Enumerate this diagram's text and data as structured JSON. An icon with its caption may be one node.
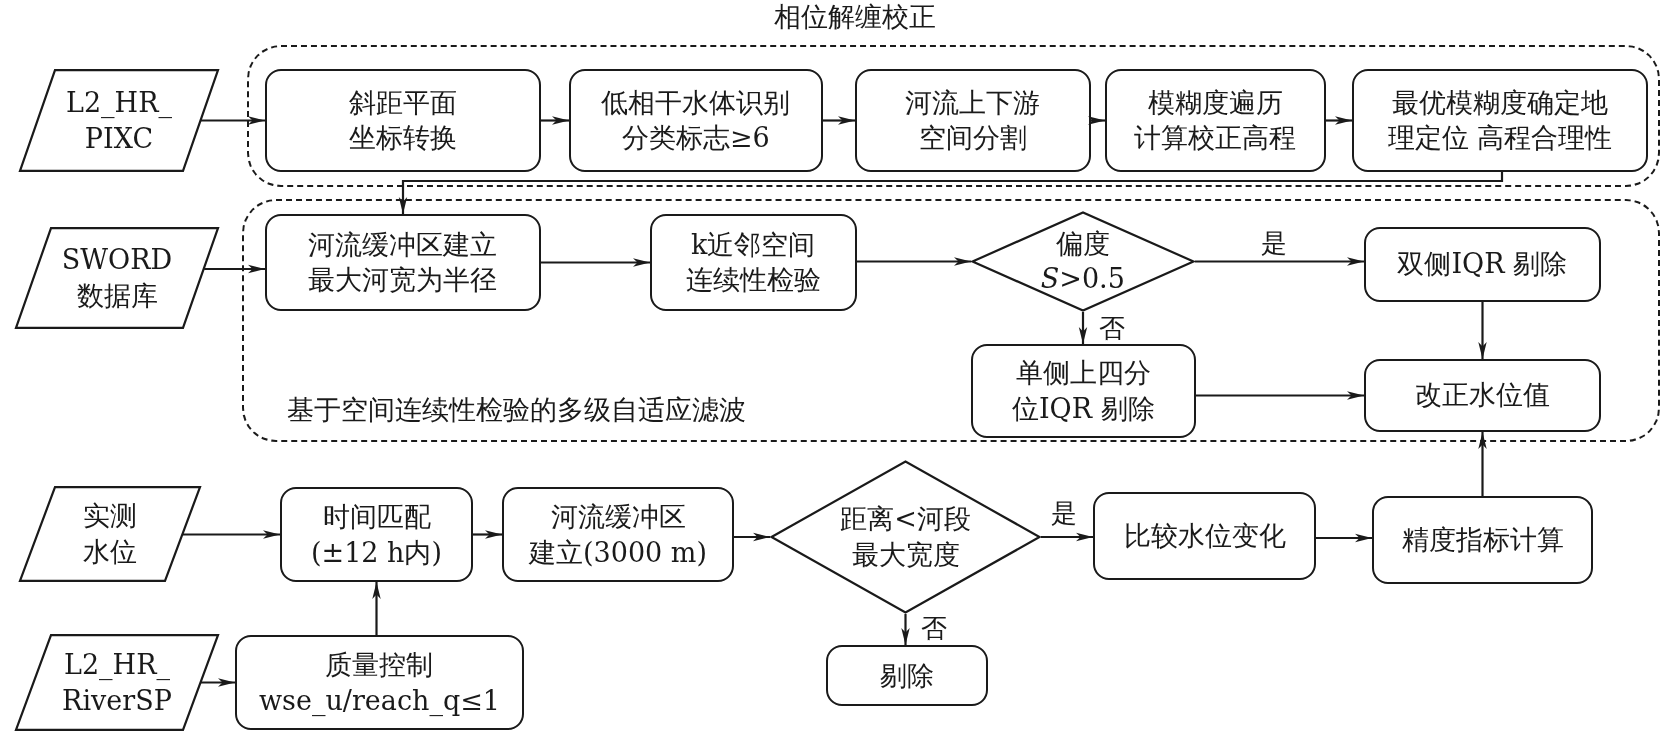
{
  "diagram": {
    "nodes": [
      {
        "text": [
          "L2_HR_ PIXC"
        ]
      },
      {
        "text": [
          "相位解缠校正"
        ]
      },
      {
        "text": [
          "斜距平面坐标转换"
        ],
        "in": 1
      },
      {
        "text": [
          "低相干水体识别分类标志≥6"
        ],
        "in": 1
      },
      {
        "text": [
          "河流上下游空间分割"
        ],
        "in": 1
      },
      {
        "text": [
          "模糊度遍历计算校正高程"
        ],
        "in": 1
      },
      {
        "text": [
          "最优模糊度确定地理定位 高程合理性"
        ],
        "in": 1
      },
      {
        "text": [
          "SWORD 数据库"
        ]
      },
      {
        "text": [
          "基于空间连续性检验的多级自适应滤波"
        ]
      },
      {
        "text": [
          "河流缓冲区建立最大河宽为半径"
        ],
        "in": 8
      },
      {
        "text": [
          "k近邻空间连续性检验"
        ],
        "in": 8
      },
      {
        "text": [
          "偏度 *S*>0.5"
        ],
        "in": 8
      },
      {
        "text": [
          "双侧IQR 剔除"
        ],
        "in": 8
      },
      {
        "text": [
          "单侧上四分位IQR 剔除"
        ],
        "in": 8
      },
      {
        "text": [
          "改正水位值"
        ],
        "in": 8
      },
      {
        "text": [
          "实测水位"
        ]
      },
      {
        "text": [
          "时间匹配(±12 h内)"
        ]
      },
      {
        "text": [
          "河流缓冲区建立(3000 m)"
        ]
      },
      {
        "text": [
          "距离<河段最大宽度"
        ]
      },
      {
        "text": [
          "比较水位变化"
        ]
      },
      {
        "text": [
          "精度指标计算"
        ]
      },
      {
        "text": [
          "剔除"
        ]
      },
      {
        "text": [
          "L2_HR_ RiverSP"
        ]
      },
      {
        "text": [
          "质量控制 wse_u/reach_q≤1"
        ]
      }
    ],
    "edges": [
      {
        "from": 0,
        "to": 2,
        "arrow": "to"
      },
      {
        "from": 2,
        "to": 3,
        "arrow": "to"
      },
      {
        "from": 3,
        "to": 4,
        "arrow": "to"
      },
      {
        "from": 4,
        "to": 5,
        "arrow": "to"
      },
      {
        "from": 5,
        "to": 6,
        "arrow": "to"
      },
      {
        "from": 6,
        "to": 9,
        "arrow": "to"
      },
      {
        "from": 7,
        "to": 9,
        "arrow": "to"
      },
      {
        "from": 9,
        "to": 10,
        "arrow": "to"
      },
      {
        "from": 10,
        "to": 11,
        "arrow": "to"
      },
      {
        "from": 11,
        "to": 12,
        "arrow": "to",
        "label": "是"
      },
      {
        "from": 11,
        "to": 13,
        "arrow": "to",
        "label": "否"
      },
      {
        "from": 12,
        "to": 14,
        "arrow": "to"
      },
      {
        "from": 13,
        "to": 14,
        "arrow": "to"
      },
      {
        "from": 20,
        "to": 14,
        "arrow": "to"
      },
      {
        "from": 15,
        "to": 16,
        "arrow": "to"
      },
      {
        "from": 23,
        "to": 16,
        "arrow": "to"
      },
      {
        "from": 22,
        "to": 23,
        "arrow": "to"
      },
      {
        "from": 16,
        "to": 17,
        "arrow": "to"
      },
      {
        "from": 17,
        "to": 18,
        "arrow": "to"
      },
      {
        "from": 18,
        "to": 19,
        "arrow": "to",
        "label": "是"
      },
      {
        "from": 18,
        "to": 21,
        "arrow": "to",
        "label": "否"
      },
      {
        "from": 19,
        "to": 20,
        "arrow": "to"
      }
    ]
  }
}
